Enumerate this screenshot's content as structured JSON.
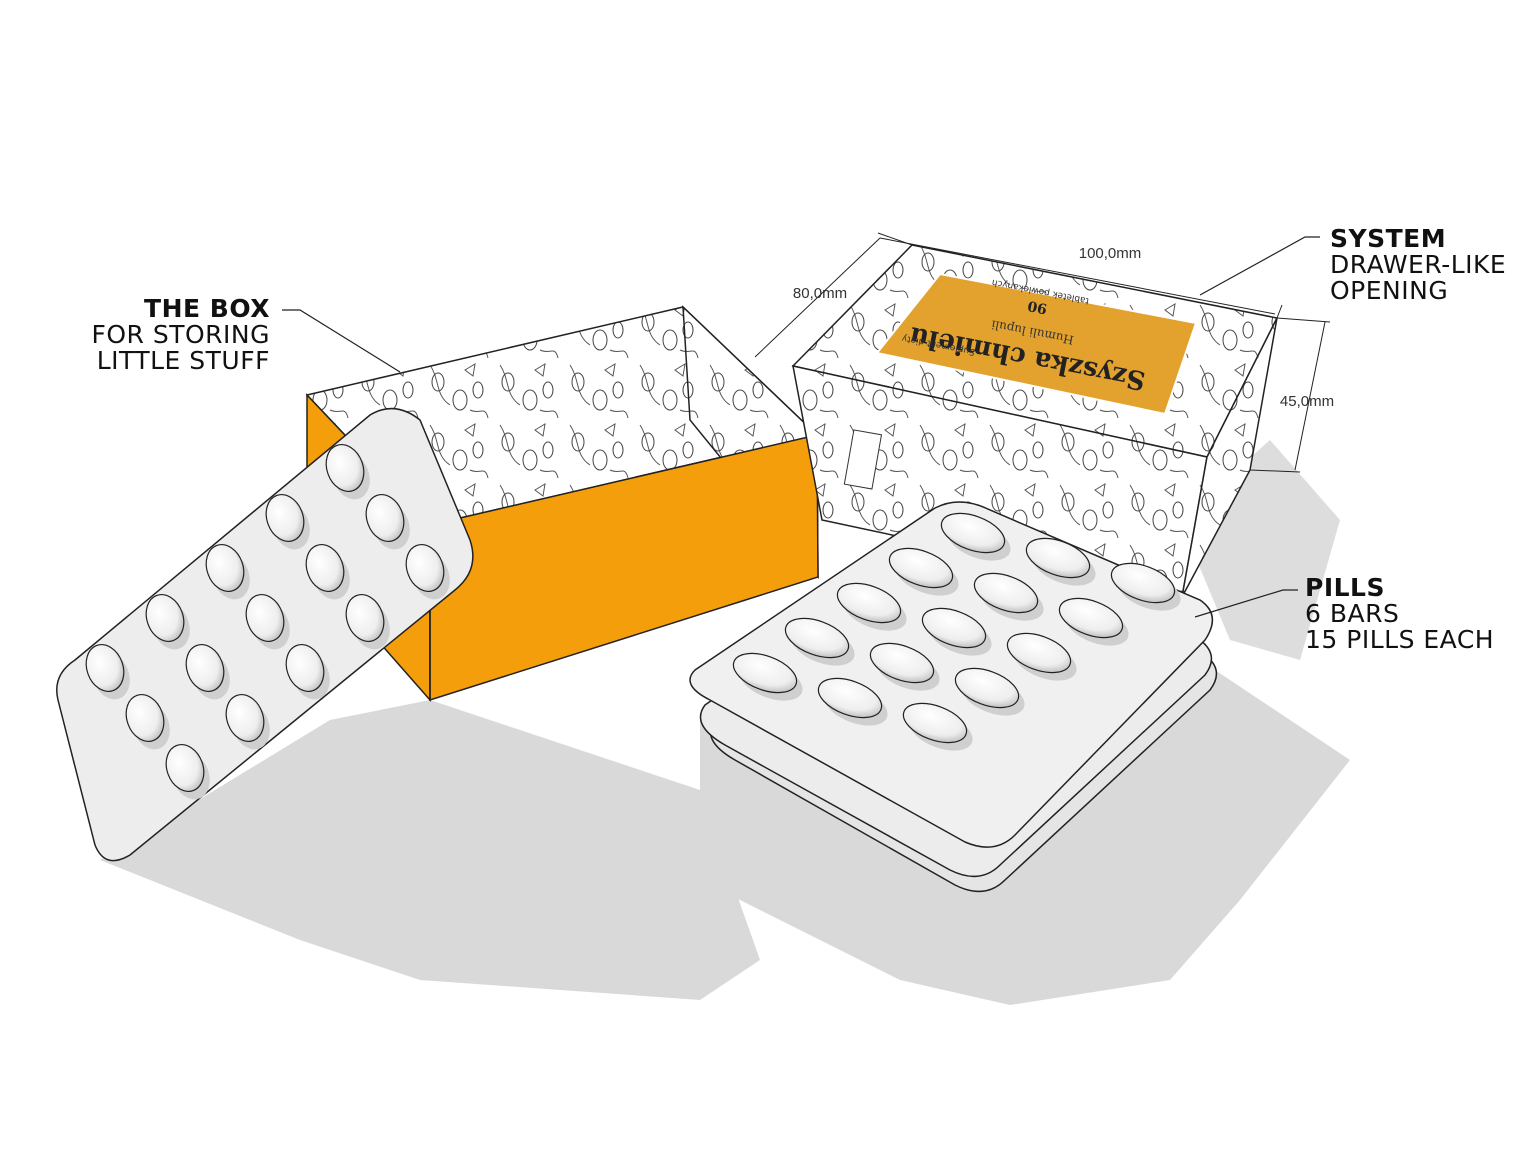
{
  "callouts": {
    "box": {
      "head": "THE BOX",
      "line1": "FOR STORING",
      "line2": "LITTLE STUFF"
    },
    "system": {
      "head": "SYSTEM",
      "line1": "DRAWER-LIKE",
      "line2": "OPENING"
    },
    "pills": {
      "head": "PILLS",
      "line1": "6 BARS",
      "line2": "15 PILLS EACH"
    }
  },
  "dimensions": {
    "width": "100,0mm",
    "depth": "80,0mm",
    "height": "45,0mm"
  },
  "package_label": {
    "brand": "Szyszka chmielu",
    "latin": "Humuli lupuli",
    "count": "90",
    "subtitle": "tabletek powlekanych",
    "footer": "Suplement diety"
  },
  "colors": {
    "orange": "#F59E0B",
    "label": "#E3A22E",
    "shadow": "#D7D7D7",
    "blister": "#EFEFEF"
  }
}
